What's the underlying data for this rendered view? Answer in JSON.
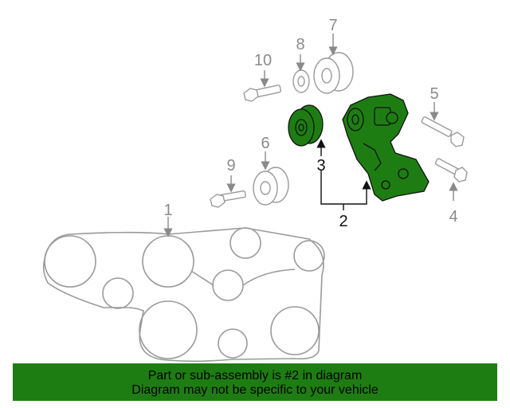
{
  "callouts": {
    "c1": "1",
    "c2": "2",
    "c3": "3",
    "c4": "4",
    "c5": "5",
    "c6": "6",
    "c7": "7",
    "c8": "8",
    "c9": "9",
    "c10": "10"
  },
  "banner": {
    "line1": "Part or sub-assembly is #2 in diagram",
    "line2": "Diagram may not be specific to your vehicle"
  },
  "colors": {
    "highlight": "#1e7d12",
    "outline_gray": "#9a9a9a",
    "banner_bg": "#1e7d12"
  }
}
